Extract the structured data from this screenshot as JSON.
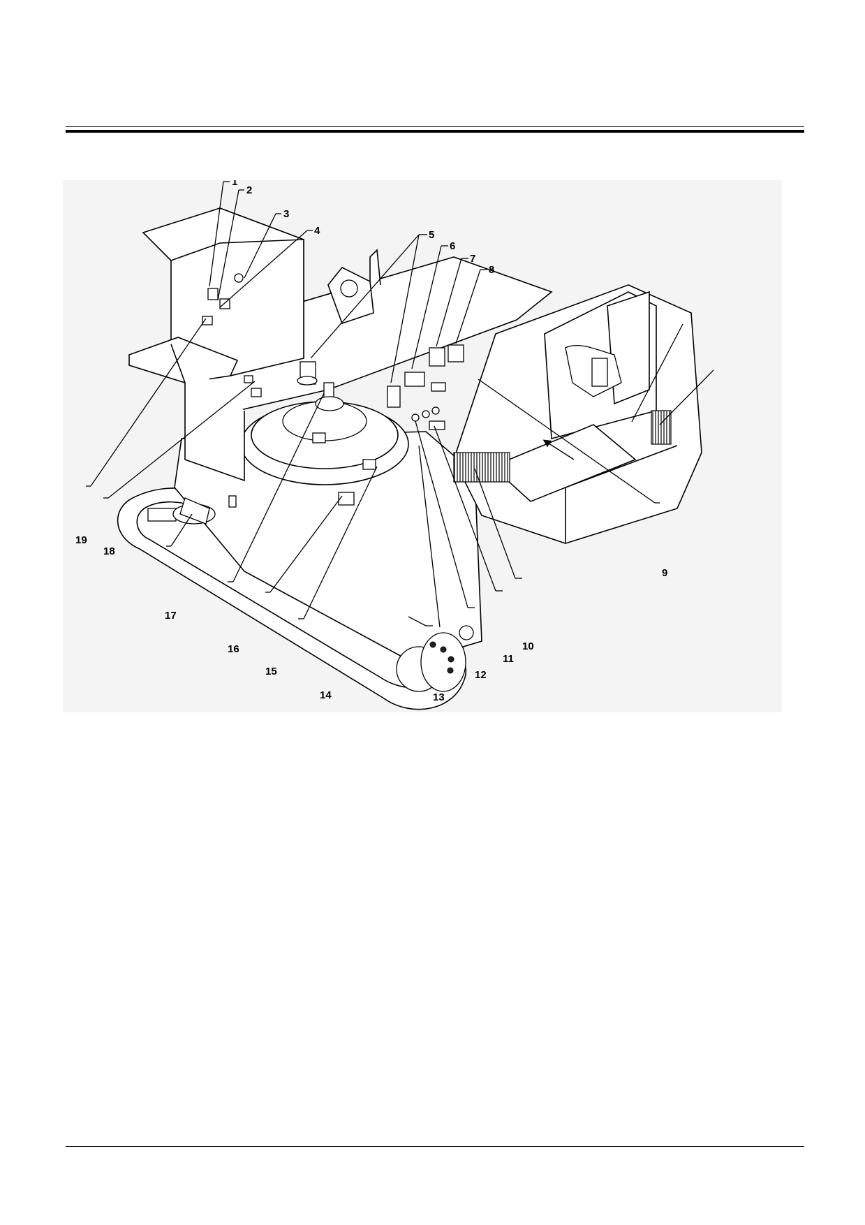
{
  "figure": {
    "callouts": [
      "1",
      "2",
      "3",
      "4",
      "5",
      "6",
      "7",
      "8",
      "9",
      "10",
      "11",
      "12",
      "13",
      "14",
      "15",
      "16",
      "17",
      "18",
      "19"
    ]
  }
}
